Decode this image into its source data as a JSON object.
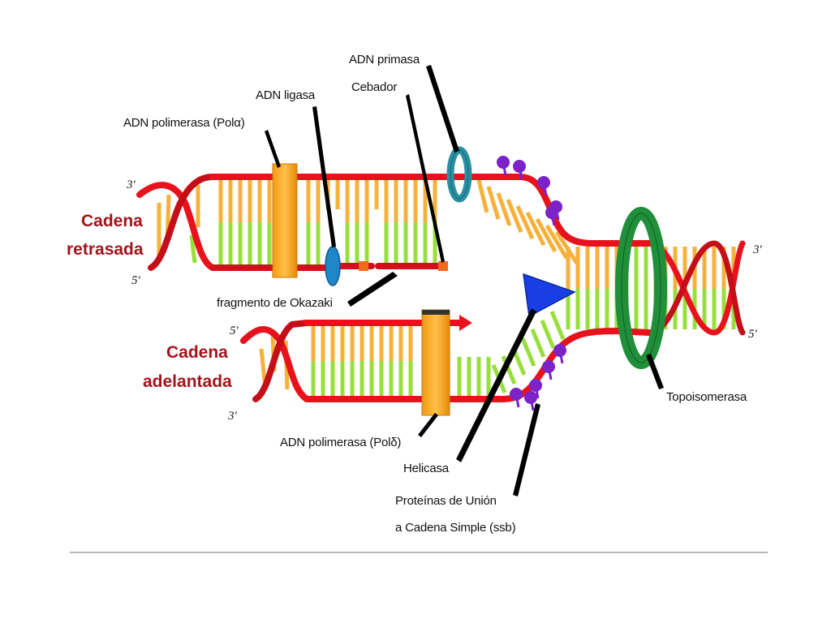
{
  "labels": {
    "primase": "ADN primasa",
    "primer": "Cebador",
    "ligase": "ADN ligasa",
    "pol_lagging": "ADN polimerasa (Polα)",
    "okazaki": "fragmento de Okazaki",
    "pol_leading": "ADN polimerasa (Polδ)",
    "helicase": "Helicasa",
    "ssb_line1": "Proteínas de Unión",
    "ssb_line2": "a Cadena Simple (ssb)",
    "topoisomerase": "Topoisomerasa"
  },
  "strands": {
    "lagging_line1": "Cadena",
    "lagging_line2": "retrasada",
    "leading_line1": "Cadena",
    "leading_line2": "adelantada"
  },
  "ends": {
    "lag_top": "3′",
    "lag_bottom": "5′",
    "lead_top": "5′",
    "lead_bottom": "3′",
    "parent_top": "3′",
    "parent_bottom": "5′"
  },
  "colors": {
    "backbone": "#e8121d",
    "backbone_dark": "#b00d14",
    "base_orange": "#f6b13b",
    "base_green": "#98df3c",
    "polymerase": "#f7a20d",
    "topoisomerase": "#1f8f3a",
    "primase": "#2a8fa2",
    "ligase": "#1f87c9",
    "helicase": "#1a3ee6",
    "ssb": "#7b22c8"
  }
}
